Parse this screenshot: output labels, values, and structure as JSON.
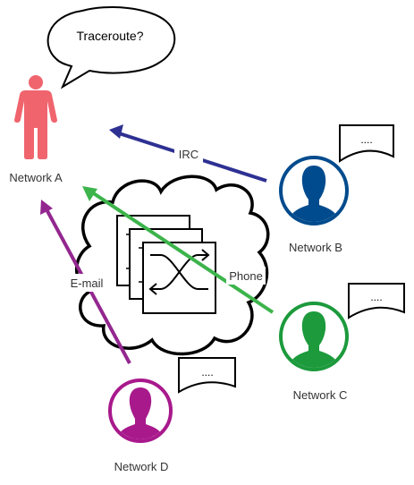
{
  "speech_bubble": {
    "text": "Traceroute?"
  },
  "networks": {
    "a": {
      "label": "Network A",
      "color": "#f0646e"
    },
    "b": {
      "label": "Network B",
      "color": "#004b8d"
    },
    "c": {
      "label": "Network C",
      "color": "#1c9a3c"
    },
    "d": {
      "label": "Network D",
      "color": "#a8198c"
    }
  },
  "channels": {
    "irc": {
      "label": "IRC",
      "color": "#2e3192"
    },
    "phone": {
      "label": "Phone",
      "color": "#3cb44b"
    },
    "email": {
      "label": "E-mail",
      "color": "#93278f"
    }
  },
  "notes": {
    "b": {
      "text": "...."
    },
    "c": {
      "text": "...."
    },
    "d": {
      "text": "...."
    }
  },
  "icons": [
    "person-icon",
    "user-avatar-icon",
    "cloud-icon",
    "network-switch-icon",
    "document-note-icon",
    "speech-bubble-icon",
    "arrow-icon"
  ]
}
